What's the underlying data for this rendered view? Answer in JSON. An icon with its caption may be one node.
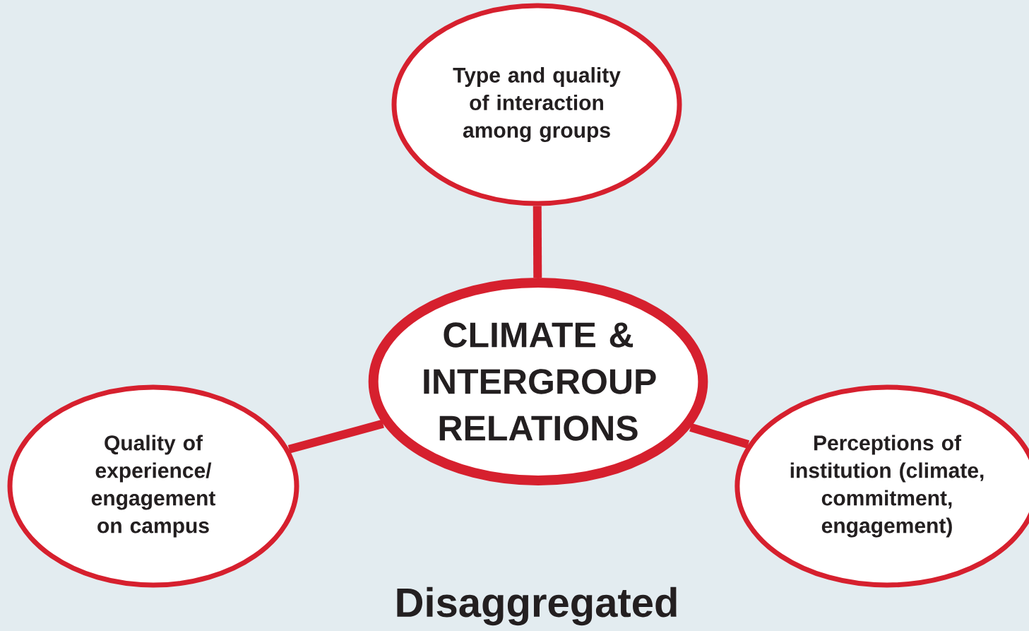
{
  "diagram": {
    "nodes": [
      {
        "text": [
          "CLIMATE & INTERGROUP RELATIONS"
        ]
      },
      {
        "text": [
          "Type and quality of interaction among groups"
        ]
      },
      {
        "text": [
          "Quality of experience/ engagement on campus"
        ]
      },
      {
        "text": [
          "Perceptions of institution (climate, commitment, engagement)"
        ]
      }
    ],
    "edges": [
      {
        "from": 0,
        "to": 1,
        "arrow": "none"
      },
      {
        "from": 0,
        "to": 2,
        "arrow": "none"
      },
      {
        "from": 0,
        "to": 3,
        "arrow": "none"
      }
    ],
    "labels": [
      "Disaggregated"
    ]
  }
}
